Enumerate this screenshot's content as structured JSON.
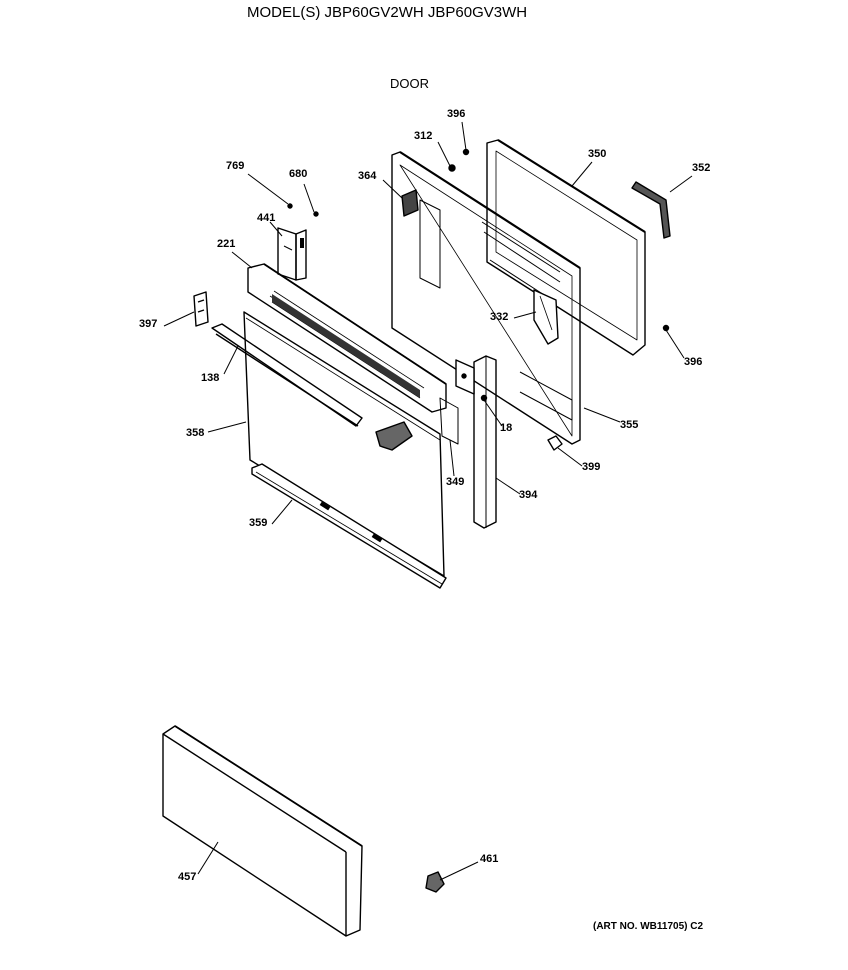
{
  "header": {
    "title": "MODEL(S) JBP60GV2WH  JBP60GV3WH",
    "section": "DOOR"
  },
  "footer": {
    "art_no": "(ART NO. WB11705) C2"
  },
  "parts": {
    "p396a": "396",
    "p312": "312",
    "p350": "350",
    "p352": "352",
    "p364": "364",
    "p769": "769",
    "p680": "680",
    "p441": "441",
    "p221": "221",
    "p397": "397",
    "p332": "332",
    "p396b": "396",
    "p138": "138",
    "p358": "358",
    "p18": "18",
    "p355": "355",
    "p399": "399",
    "p349": "349",
    "p394": "394",
    "p359": "359",
    "p457": "457",
    "p461": "461"
  }
}
